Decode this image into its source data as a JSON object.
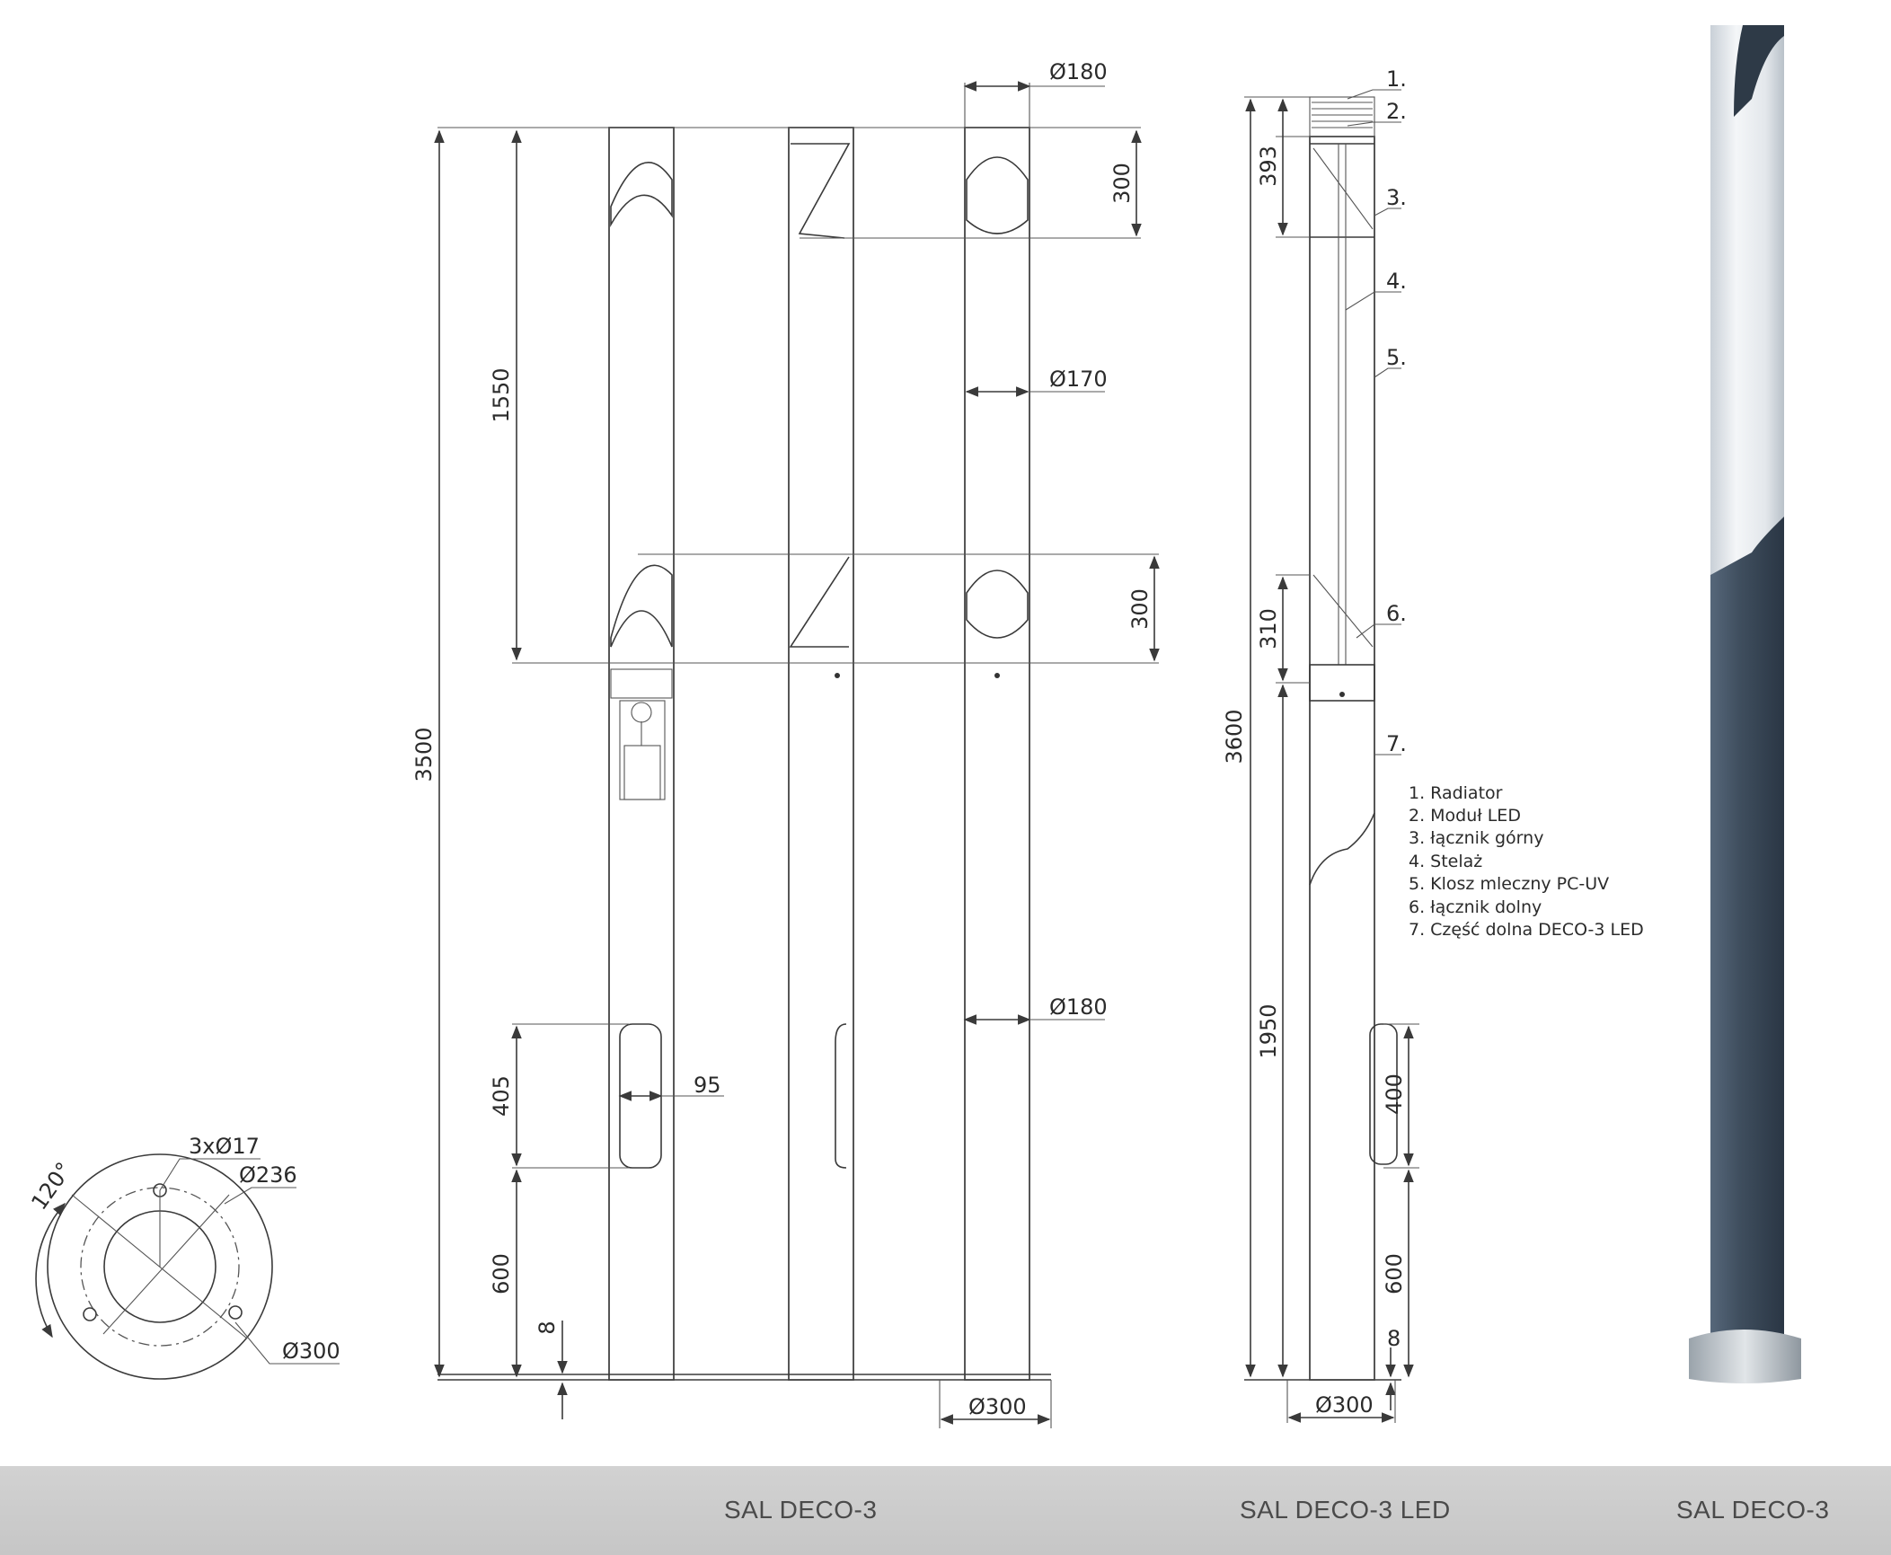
{
  "captions": {
    "deco3": "SAL DECO-3",
    "deco3_led": "SAL DECO-3 LED",
    "photo": "SAL DECO-3"
  },
  "front_view": {
    "total_height": "3500",
    "section_height": "1550",
    "cap_top": "300",
    "cap_middle": "300",
    "door_height": "405",
    "door_offset": "600",
    "base_plate": "8",
    "door_width": "95",
    "dia_top": "Ø180",
    "dia_mid": "Ø170",
    "dia_low": "Ø180",
    "dia_base": "Ø300"
  },
  "side_view": {
    "total_height": "3600",
    "top_height": "393",
    "joint_height": "310",
    "lower_height": "1950",
    "door_height": "400",
    "door_offset": "600",
    "base_plate": "8",
    "dia_base": "Ø300",
    "callouts": [
      "1.",
      "2.",
      "3.",
      "4.",
      "5.",
      "6.",
      "7."
    ],
    "legend": [
      "1. Radiator",
      "2. Moduł LED",
      "3. łącznik górny",
      "4. Stelaż",
      "5. Klosz mleczny PC-UV",
      "6. łącznik dolny",
      "7. Część dolna DECO-3 LED"
    ]
  },
  "base_view": {
    "angle": "120°",
    "holes": "3xØ17",
    "bolt_circle": "Ø236",
    "outer": "Ø300"
  },
  "colors": {
    "footer": "#c9c9c9",
    "pole_light": "#e9ecef",
    "pole_dark": "#3f4e5e"
  }
}
